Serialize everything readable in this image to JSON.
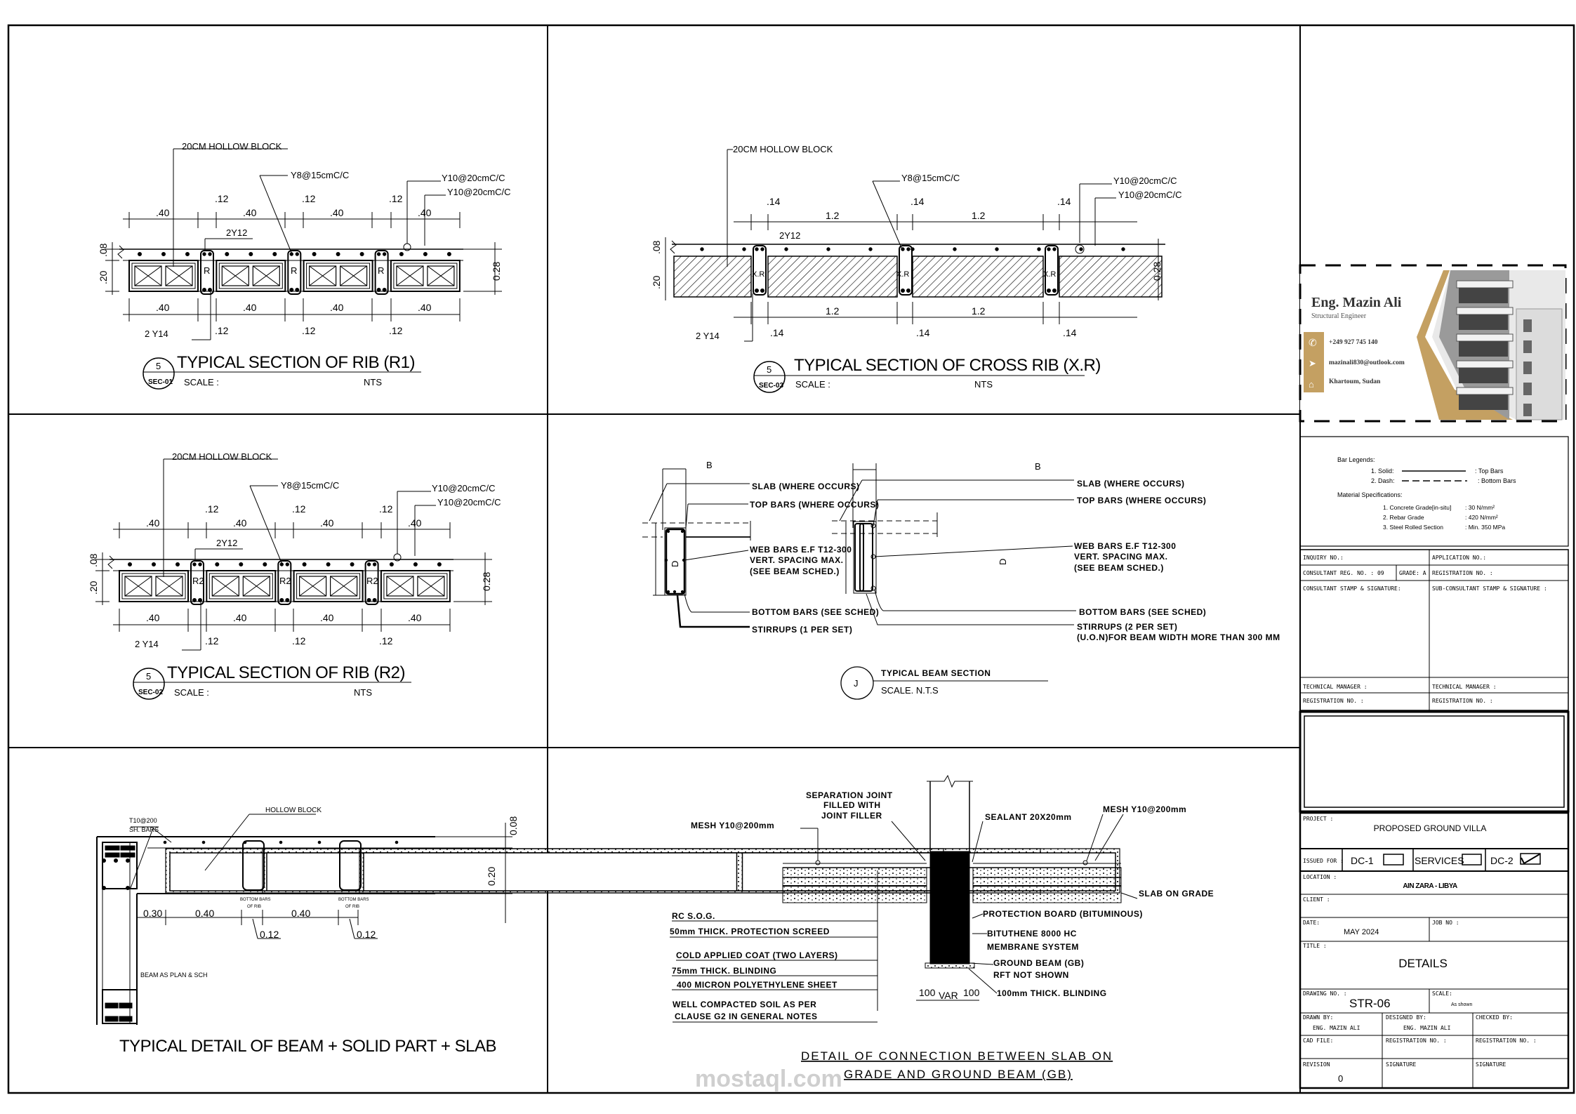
{
  "rib_r1": {
    "hollow_block": "20CM HOLLOW BLOCK",
    "stirrup": "Y8@15cmC/C",
    "top_bar_1": "Y10@20cmC/C",
    "top_bar_2": "Y10@20cmC/C",
    "top_dims": [
      ".40",
      ".12",
      ".40",
      ".12",
      ".40",
      ".12",
      ".40"
    ],
    "bottom_dims": [
      ".40",
      ".40",
      ".40",
      ".40"
    ],
    "rib_dims": [
      ".12",
      ".12",
      ".12"
    ],
    "top_rebar": "2Y12",
    "bottom_rebar": "2 Y14",
    "slab_thk": ".08",
    "block_thk": ".20",
    "total_thk": "0.28",
    "rib_tag": "R",
    "section_no": "5",
    "section_ref": "SEC-01",
    "title": "TYPICAL SECTION OF RIB (R1)",
    "scale_label": "SCALE :",
    "scale_value": "NTS"
  },
  "rib_r2": {
    "hollow_block": "20CM HOLLOW BLOCK",
    "stirrup": "Y8@15cmC/C",
    "top_bar_1": "Y10@20cmC/C",
    "top_bar_2": "Y10@20cmC/C",
    "top_dims": [
      ".40",
      ".12",
      ".40",
      ".12",
      ".40",
      ".12",
      ".40"
    ],
    "bottom_dims": [
      ".40",
      ".40",
      ".40",
      ".40"
    ],
    "rib_dims": [
      ".12",
      ".12",
      ".12"
    ],
    "top_rebar": "2Y12",
    "bottom_rebar": "2 Y14",
    "slab_thk": ".08",
    "block_thk": ".20",
    "total_thk": "0.28",
    "rib_tag": "R2",
    "section_no": "5",
    "section_ref": "SEC-02",
    "title": "TYPICAL SECTION OF RIB (R2)",
    "scale_label": "SCALE :",
    "scale_value": "NTS"
  },
  "cross_rib": {
    "hollow_block": "20CM HOLLOW BLOCK",
    "stirrup": "Y8@15cmC/C",
    "top_bar_1": "Y10@20cmC/C",
    "top_bar_2": "Y10@20cmC/C",
    "top_dims": [
      ".14",
      "1.2",
      ".14",
      "1.2",
      ".14"
    ],
    "bottom_dims": [
      "1.2",
      "1.2"
    ],
    "rib_dims": [
      ".14",
      ".14",
      ".14"
    ],
    "top_rebar": "2Y12",
    "bottom_rebar": "2 Y14",
    "slab_thk": ".08",
    "block_thk": ".20",
    "total_thk": "0.28",
    "rib_tag": "X.R",
    "section_no": "5",
    "section_ref": "SEC-03",
    "title": "TYPICAL SECTION OF CROSS RIB (X.R)",
    "scale_label": "SCALE :",
    "scale_value": "NTS"
  },
  "beam_section": {
    "width_label": "B",
    "depth_label": "D",
    "left": {
      "slab": "SLAB (WHERE OCCURS)",
      "top_bars": "TOP BARS (WHERE OCCURS)",
      "web_1": "WEB  BARS E.F T12-300",
      "web_2": "VERT. SPACING MAX.",
      "web_3": "(SEE BEAM SCHED.)",
      "bottom_bars": "BOTTOM BARS (SEE SCHED)",
      "stirrups": "STIRRUPS (1 PER SET)"
    },
    "right": {
      "slab": "SLAB (WHERE OCCURS)",
      "top_bars": "TOP BARS (WHERE OCCURS)",
      "web_1": "WEB  BARS E.F T12-300",
      "web_2": "VERT. SPACING MAX.",
      "web_3": "(SEE BEAM SCHED.)",
      "bottom_bars": "BOTTOM BARS (SEE SCHED)",
      "stirrups": "STIRRUPS (2 PER SET)",
      "stirrups_note": "(U.O.N)FOR BEAM WIDTH MORE THAN 300 MM"
    },
    "marker": "J",
    "title": "TYPICAL BEAM SECTION",
    "scale": "SCALE.   N.T.S"
  },
  "beam_slab": {
    "sh_bars_1": "T10@200",
    "sh_bars_2": "SH. BARS",
    "hollow_block": "HOLLOW BLOCK",
    "dims": [
      "0.30",
      "0.40",
      "0.40"
    ],
    "rib_dims": [
      "0.12",
      "0.12"
    ],
    "slab_thk": "0.08",
    "block_thk": "0.20",
    "bottom_bars_1": "BOTTOM BARS",
    "bottom_bars_2": "OF RIB",
    "beam_note": "BEAM AS PLAN & SCH",
    "title": "TYPICAL DETAIL OF BEAM + SOLID PART + SLAB"
  },
  "slab_on_grade": {
    "joint_1": "SEPARATION JOINT",
    "joint_2": "FILLED WITH",
    "joint_3": "JOINT FILLER",
    "mesh_left": "MESH Y10@200mm",
    "mesh_right": "MESH Y10@200mm",
    "sealant": "SEALANT 20X20mm",
    "slab_on_grade": "SLAB ON GRADE",
    "rc_sog": "RC S.O.G.",
    "screed": "50mm THICK. PROTECTION SCREED",
    "coat": "COLD APPLIED COAT (TWO LAYERS)",
    "blinding_75": "75mm THICK. BLINDING",
    "poly": "400 MICRON POLYETHYLENE SHEET",
    "soil_1": "WELL COMPACTED SOIL AS PER",
    "soil_2": "CLAUSE G2 IN GENERAL NOTES",
    "protection": "PROTECTION BOARD (BITUMINOUS)",
    "bituthene_1": "BITUTHENE 8000 HC",
    "bituthene_2": "MEMBRANE SYSTEM",
    "gb_1": "GROUND BEAM (GB)",
    "gb_2": "RFT NOT SHOWN",
    "blinding_100": "100mm THICK. BLINDING",
    "dim_left": "100",
    "dim_mid": "VAR",
    "dim_right": "100",
    "title_1": "DETAIL OF CONNECTION BETWEEN SLAB ON",
    "title_2": "GRADE AND GROUND BEAM (GB)"
  },
  "watermark": "mostaql.com",
  "card": {
    "name": "Eng. Mazin Ali",
    "role": "Structural Engineer",
    "phone": "+249 927 745 140",
    "email": "mazinali830@outlook.com",
    "address": "Khartoum, Sudan",
    "gold": "#c4a062"
  },
  "legend": {
    "heading": "Bar Legends:",
    "solid_label": "1. Solid:",
    "solid_meaning": ": Top Bars",
    "dash_label": "2. Dash:",
    "dash_meaning": ": Bottom Bars",
    "materials_heading": "Material Specifications:",
    "materials": [
      {
        "label": "1.   Concrete Grade[in-situ]",
        "value": ": 30 N/mm²"
      },
      {
        "label": "2.   Rebar Grade",
        "value": ": 420 N/mm²"
      },
      {
        "label": "3.   Steel Rolled Section",
        "value": ": Min. 350 MPa"
      }
    ]
  },
  "title_block": {
    "inquiry": "INQUIRY NO.:",
    "application": "APPLICATION NO.:",
    "consultant_reg": "CONSULTANT REG. NO. :  09",
    "grade": "GRADE: A",
    "registration": "REGISTRATION NO. :",
    "consultant_stamp": "CONSULTANT STAMP & SIGNATURE:",
    "sub_consultant_stamp": "SUB-CONSULTANT STAMP & SIGNATURE :",
    "tech_manager": "TECHNICAL MANAGER :",
    "project_label": "PROJECT :",
    "project": "PROPOSED GROUND VILLA",
    "issued_label": "ISSUED FOR :",
    "issue_options": [
      {
        "label": "DC-1",
        "checked": false
      },
      {
        "label": "SERVICES",
        "checked": false
      },
      {
        "label": "DC-2",
        "checked": true
      }
    ],
    "location_label": "LOCATION :",
    "location": "AIN ZARA - LIBYA",
    "client_label": "CLIENT :",
    "date_label": "DATE:",
    "date": "MAY 2024",
    "job_label": "JOB NO :",
    "title_label": "TITLE :",
    "title": "DETAILS",
    "drawing_label": "DRAWING NO. :",
    "drawing_no": "STR-06",
    "scale_label": "SCALE:",
    "scale": "As shown",
    "drawn_label": "DRAWN BY:",
    "drawn_by": "ENG. MAZIN ALI",
    "designed_label": "DESIGNED BY:",
    "designed_by": "ENG. MAZIN ALI",
    "checked_label": "CHECKED BY:",
    "cad_label": "CAD FILE:",
    "revision_label": "REVISION",
    "revision": "0",
    "signature": "SIGNATURE"
  }
}
